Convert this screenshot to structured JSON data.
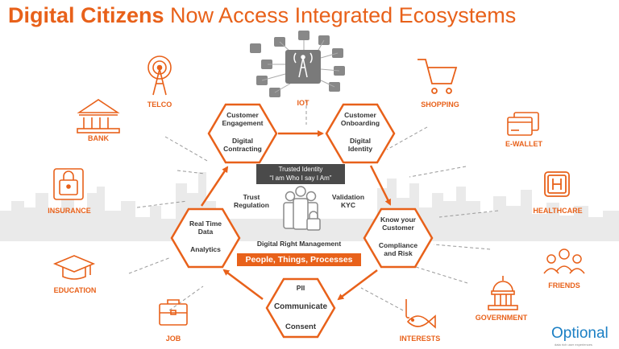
{
  "title": {
    "bold": "Digital Citizens",
    "rest": " Now Access Integrated Ecosystems"
  },
  "ecosystems": {
    "telco": "TELCO",
    "iot": "IOT",
    "shopping": "SHOPPING",
    "bank": "BANK",
    "ewallet": "E-WALLET",
    "insurance": "INSURANCE",
    "healthcare": "HEALTHCARE",
    "education": "EDUCATION",
    "friends": "FRIENDS",
    "government": "GOVERNMENT",
    "job": "JOB",
    "interests": "INTERESTS"
  },
  "hexagons": {
    "engagement": {
      "line1": "Customer",
      "line2": "Engagement",
      "line3": "Digital",
      "line4": "Contracting"
    },
    "onboarding": {
      "line1": "Customer",
      "line2": "Onboarding",
      "line3": "Digital",
      "line4": "Identity"
    },
    "kyc": {
      "line1": "Know your",
      "line2": "Customer",
      "line3": "Compliance",
      "line4": "and Risk"
    },
    "pii": {
      "line1": "PII",
      "line2": "Communicate",
      "line3": "Consent"
    },
    "realtime": {
      "line1": "Real Time",
      "line2": "Data",
      "line3": "Analytics"
    }
  },
  "center": {
    "trusted_line1": "Trusted Identity",
    "trusted_line2": "“I am Who I say I Am”",
    "trust_line1": "Trust",
    "trust_line2": "Regulation",
    "validation_line1": "Validation",
    "validation_line2": "KYC",
    "drm": "Digital Right Management",
    "ptp": "People, Things, Processes"
  },
  "logo": {
    "text": "Optional",
    "tagline": "data rich user experiences"
  },
  "colors": {
    "accent": "#e8611a",
    "dark": "#333333",
    "grey": "#888888",
    "skyline": "#eaeaea",
    "logo": "#1b7fc4"
  }
}
